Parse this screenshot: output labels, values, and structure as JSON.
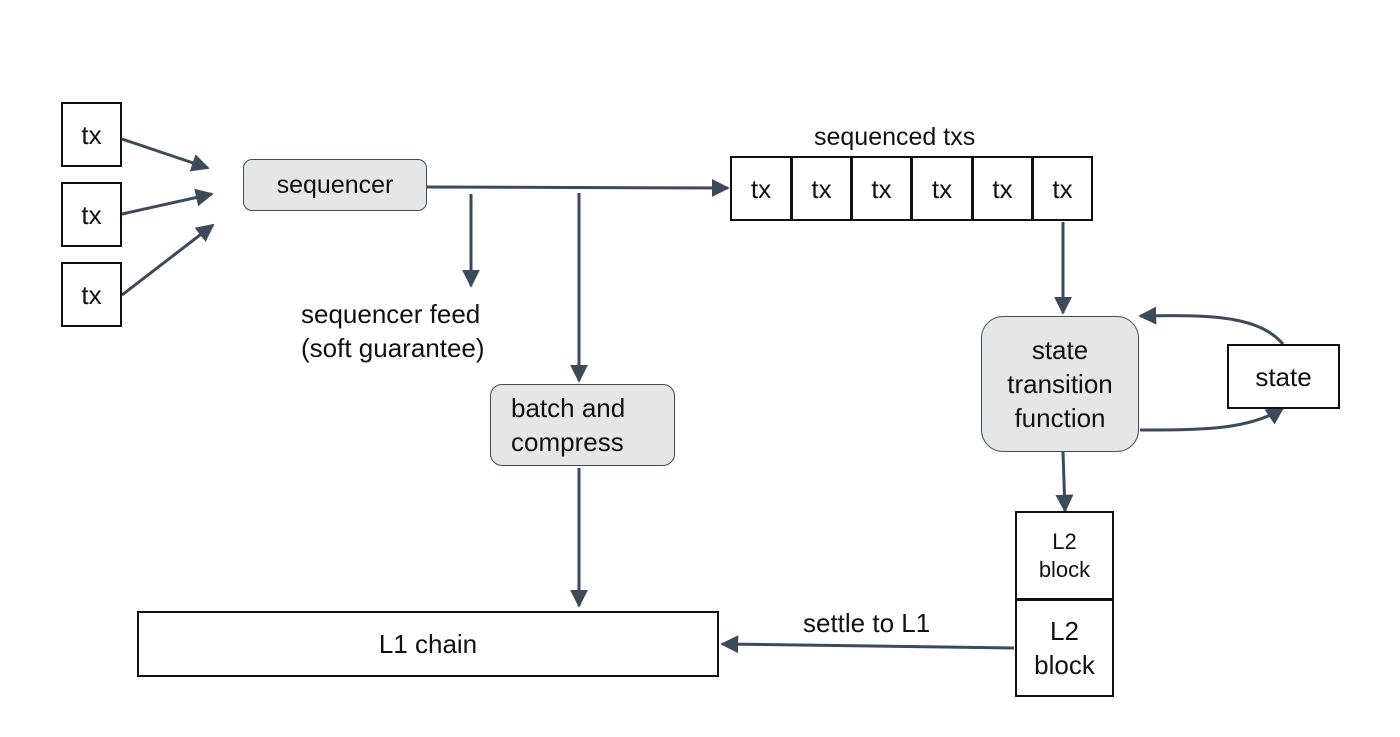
{
  "nodes": {
    "inputs": [
      "tx",
      "tx",
      "tx"
    ],
    "sequencer": "sequencer",
    "sequenced_txs_label": "sequenced txs",
    "sequenced_txs": [
      "tx",
      "tx",
      "tx",
      "tx",
      "tx",
      "tx"
    ],
    "sequencer_feed_line1": "sequencer feed",
    "sequencer_feed_line2": "(soft guarantee)",
    "batch_line1": "batch and",
    "batch_line2": "compress",
    "stf_line1": "state",
    "stf_line2": "transition",
    "stf_line3": "function",
    "state": "state",
    "l2_block_top_line1": "L2",
    "l2_block_top_line2": "block",
    "l2_block_bottom_line1": "L2",
    "l2_block_bottom_line2": "block",
    "l1_chain": "L1 chain",
    "settle_label": "settle to L1"
  },
  "colors": {
    "arrow": "#3d4a5c",
    "process_fill": "#e6e6e6",
    "box_border": "#111111"
  }
}
